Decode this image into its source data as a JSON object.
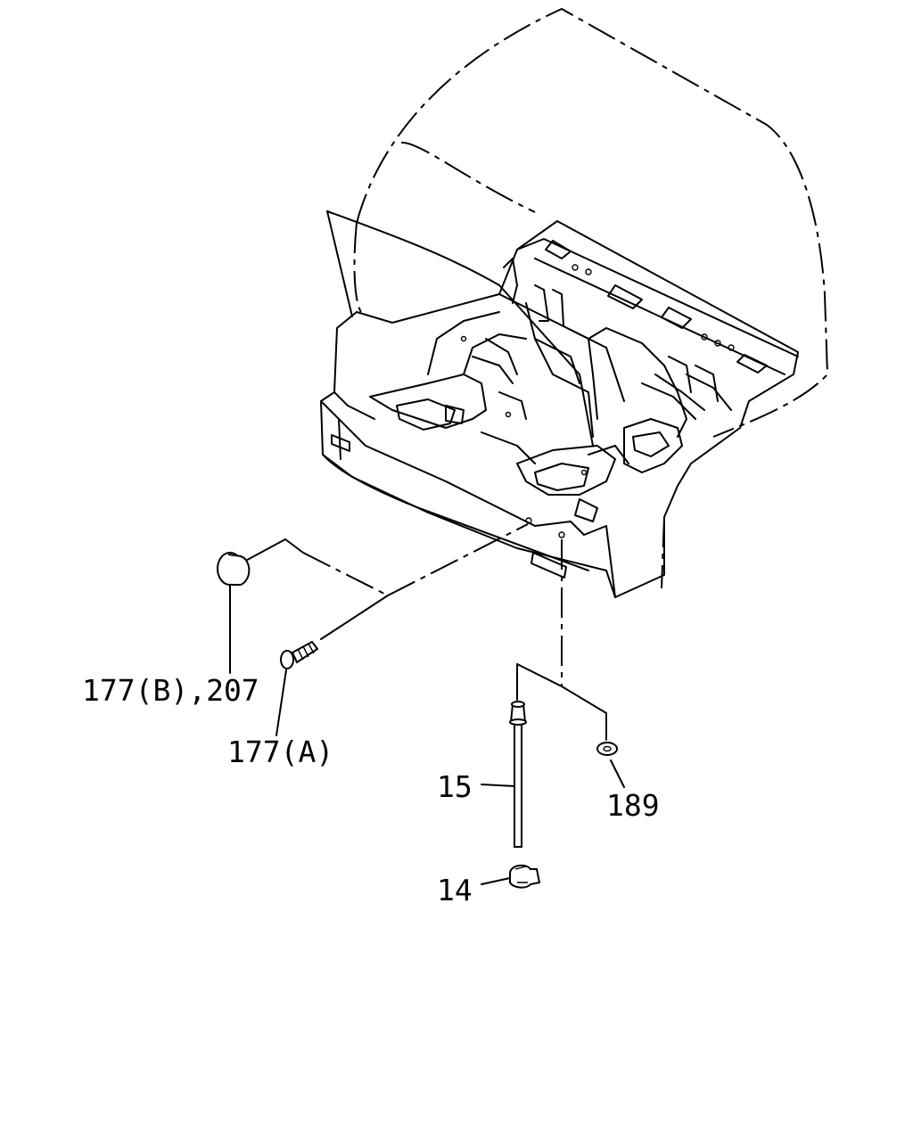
{
  "labels": {
    "p177b_207": "177(B),207",
    "p177a": "177(A)",
    "p15": "15",
    "p189": "189",
    "p14": "14"
  },
  "colors": {
    "line": "#000000",
    "background": "#ffffff"
  }
}
